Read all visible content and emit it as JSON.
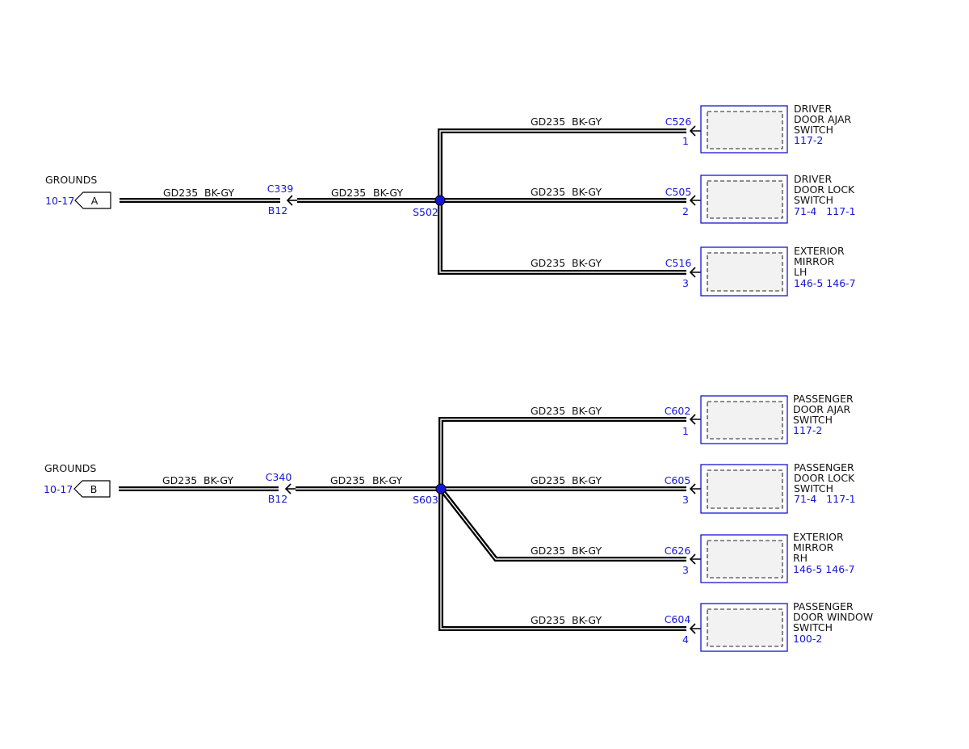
{
  "colors": {
    "wire": "#000000",
    "label_blue": "#1515d6",
    "component_border": "#1515d6",
    "component_fill": "#f2f2f2"
  },
  "circuits": [
    {
      "ground_title": "GROUNDS",
      "ground_ref": "10-17",
      "ground_tag": "A",
      "wire_label_1": "GD235",
      "color_label_1": "BK-GY",
      "inline_connector": "C339",
      "inline_pin": "B12",
      "wire_label_2": "GD235",
      "color_label_2": "BK-GY",
      "splice": "S502",
      "branches": [
        {
          "wire": "GD235",
          "color": "BK-GY",
          "connector": "C526",
          "pin": "1",
          "lines": [
            "DRIVER",
            "DOOR AJAR",
            "SWITCH"
          ],
          "refs": "117-2"
        },
        {
          "wire": "GD235",
          "color": "BK-GY",
          "connector": "C505",
          "pin": "2",
          "lines": [
            "DRIVER",
            "DOOR LOCK",
            "SWITCH"
          ],
          "refs": "71-4   117-1"
        },
        {
          "wire": "GD235",
          "color": "BK-GY",
          "connector": "C516",
          "pin": "3",
          "lines": [
            "EXTERIOR",
            "MIRROR",
            "LH"
          ],
          "refs": "146-5 146-7"
        }
      ]
    },
    {
      "ground_title": "GROUNDS",
      "ground_ref": "10-17",
      "ground_tag": "B",
      "wire_label_1": "GD235",
      "color_label_1": "BK-GY",
      "inline_connector": "C340",
      "inline_pin": "B12",
      "wire_label_2": "GD235",
      "color_label_2": "BK-GY",
      "splice": "S603",
      "branches": [
        {
          "wire": "GD235",
          "color": "BK-GY",
          "connector": "C602",
          "pin": "1",
          "lines": [
            "PASSENGER",
            "DOOR AJAR",
            "SWITCH"
          ],
          "refs": "117-2"
        },
        {
          "wire": "GD235",
          "color": "BK-GY",
          "connector": "C605",
          "pin": "3",
          "lines": [
            "PASSENGER",
            "DOOR LOCK",
            "SWITCH"
          ],
          "refs": "71-4   117-1"
        },
        {
          "wire": "GD235",
          "color": "BK-GY",
          "connector": "C626",
          "pin": "3",
          "lines": [
            "EXTERIOR",
            "MIRROR",
            "RH"
          ],
          "refs": "146-5 146-7"
        },
        {
          "wire": "GD235",
          "color": "BK-GY",
          "connector": "C604",
          "pin": "4",
          "lines": [
            "PASSENGER",
            "DOOR WINDOW",
            "SWITCH"
          ],
          "refs": "100-2"
        }
      ]
    }
  ]
}
